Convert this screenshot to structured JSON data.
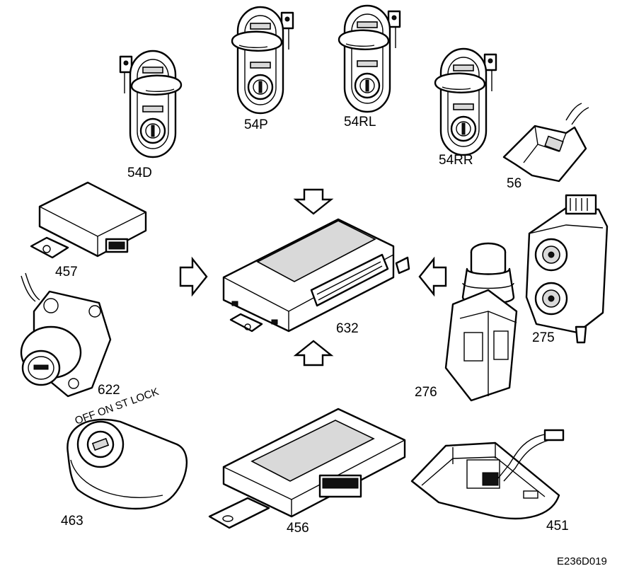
{
  "figure_code": "E236D019",
  "center_label": "632",
  "parts": [
    {
      "id": "54D",
      "label": "54D"
    },
    {
      "id": "54P",
      "label": "54P"
    },
    {
      "id": "54RL",
      "label": "54RL"
    },
    {
      "id": "54RR",
      "label": "54RR"
    },
    {
      "id": "56",
      "label": "56"
    },
    {
      "id": "457",
      "label": "457"
    },
    {
      "id": "622",
      "label": "622"
    },
    {
      "id": "275",
      "label": "275"
    },
    {
      "id": "276",
      "label": "276"
    },
    {
      "id": "463",
      "label": "463"
    },
    {
      "id": "456",
      "label": "456"
    },
    {
      "id": "451",
      "label": "451"
    }
  ],
  "ignition_text": "OFF ON ST LOCK"
}
